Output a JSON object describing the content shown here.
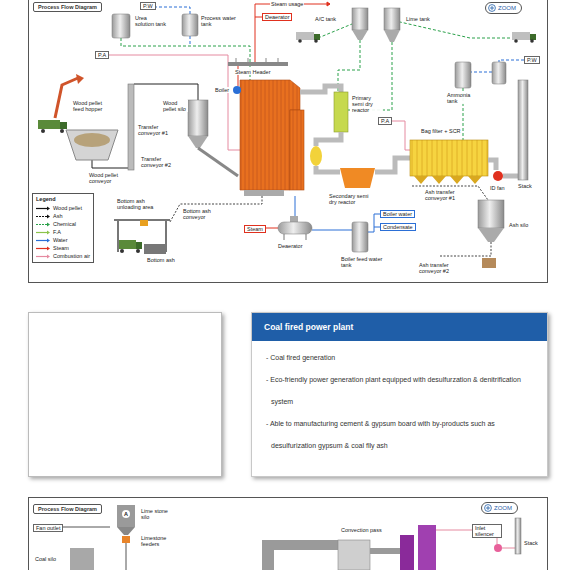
{
  "diagram": {
    "nodes": [
      {
        "text": [
          "Process Flow Diagram"
        ]
      },
      {
        "text": [
          "ZOOM"
        ],
        "in": 0
      },
      {
        "text": [
          "Legend"
        ],
        "in": 0
      },
      {
        "text": [
          "Coal fired power plant",
          "- Coal fired generation",
          "- Eco-friendly power generation plant equipped with desulfurzation & denitrification system",
          "- Able to manufacturing cement & gypsum board with by-products such as desulfurization gypsum & coal flly ash"
        ]
      },
      {
        "text": [
          "Process Flow Diagram"
        ]
      },
      {
        "text": [
          "ZOOM"
        ],
        "in": 4
      }
    ],
    "labels": [
      "P.W",
      "Urea solution tank",
      "Process water tank",
      "Steam usage",
      "Deaerator",
      "Steam Header",
      "A/C tank",
      "Lime tank",
      "P.W",
      "Ammonia tank",
      "P.A",
      "Wood pellet feed hopper",
      "Transfer conveyor #1",
      "Transfer conveyor #2",
      "Wood pellet silo",
      "Boiler",
      "Primary semi dry reactor",
      "P.A",
      "Bag filter + SCR",
      "Wood pellet conveyor",
      "Secondary semi dry reactor",
      "Ash transfer conveyor #1",
      "ID fan",
      "Stack",
      "Bottom ash unloading area",
      "Bottom ash conveyor",
      "Bottom ash",
      "Steam",
      "Deaerator",
      "Boiler feed water tank",
      "Boiler water",
      "Condensate",
      "Ash silo",
      "Ash transfer conveyor #2",
      "Fan outlet",
      "Lime stone silo",
      "A",
      "Limestone feeders",
      "Coal silo",
      "Convection pass",
      "Inlet silencer",
      "Stack"
    ],
    "legend": [
      {
        "text": "Wood pellet"
      },
      {
        "text": "Ash"
      },
      {
        "text": "Chemical"
      },
      {
        "text": "F.A"
      },
      {
        "text": "Water"
      },
      {
        "text": "Steam"
      },
      {
        "text": "Combustion air"
      }
    ]
  }
}
